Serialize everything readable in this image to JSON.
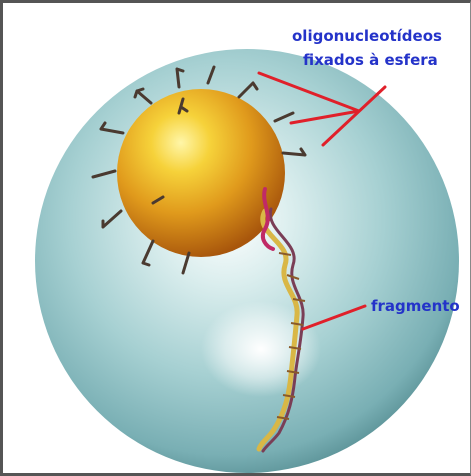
{
  "labels": {
    "oligo_line1": "oligonucleotídeos",
    "oligo_line2": "fixados à esfera",
    "fragment": "fragmento"
  },
  "colors": {
    "label_text": "#2433c9",
    "pointer_lines": "#e0202a",
    "outer_sphere": "#8fc3c7",
    "inner_bead": "#e0a020",
    "dna_strand": "#d8b84a"
  }
}
